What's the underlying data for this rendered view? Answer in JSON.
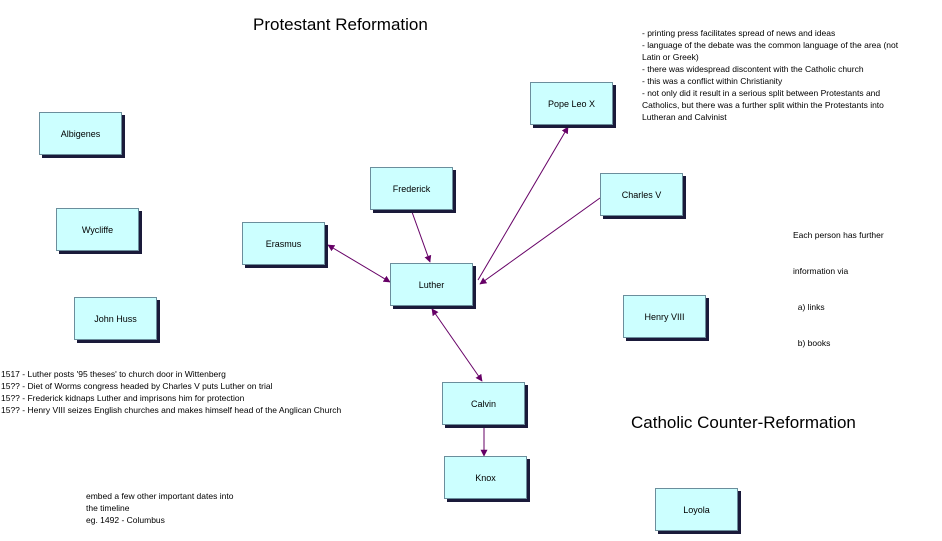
{
  "titles": {
    "protestant": "Protestant Reformation",
    "catholic": "Catholic Counter-Reformation"
  },
  "nodes": {
    "albigenes": "Albigenes",
    "wycliffe": "Wycliffe",
    "john_huss": "John Huss",
    "erasmus": "Erasmus",
    "frederick": "Frederick",
    "luther": "Luther",
    "pope_leo_x": "Pope Leo X",
    "charles_v": "Charles V",
    "henry_viii": "Henry VIII",
    "calvin": "Calvin",
    "knox": "Knox",
    "loyola": "Loyola"
  },
  "notes": {
    "reformation_points": [
      "- printing press facilitates spread of news and ideas",
      "- language of the debate was the common language of the area (not",
      "Latin or Greek)",
      "- there was widespread discontent with the Catholic church",
      "- this was a conflict within Christianity",
      "- not only did it result in a serious split between Protestants and",
      "Catholics, but there was a further split within the Protestants into",
      "Lutheran and Calvinist"
    ],
    "person_info": [
      "Each person has further",
      "information via",
      "  a) links",
      "  b) books"
    ],
    "timeline": [
      "1517 - Luther posts '95 theses' to church door in Wittenberg",
      "15?? - Diet of Worms congress headed by  Charles V puts Luther on trial",
      "15?? - Frederick kidnaps Luther and imprisons him for protection",
      "15?? - Henry VIII seizes English churches and makes himself head of the Anglican Church"
    ],
    "timeline_todo": [
      "embed a few other important dates into",
      "the timeline",
      "eg. 1492 - Columbus"
    ]
  }
}
